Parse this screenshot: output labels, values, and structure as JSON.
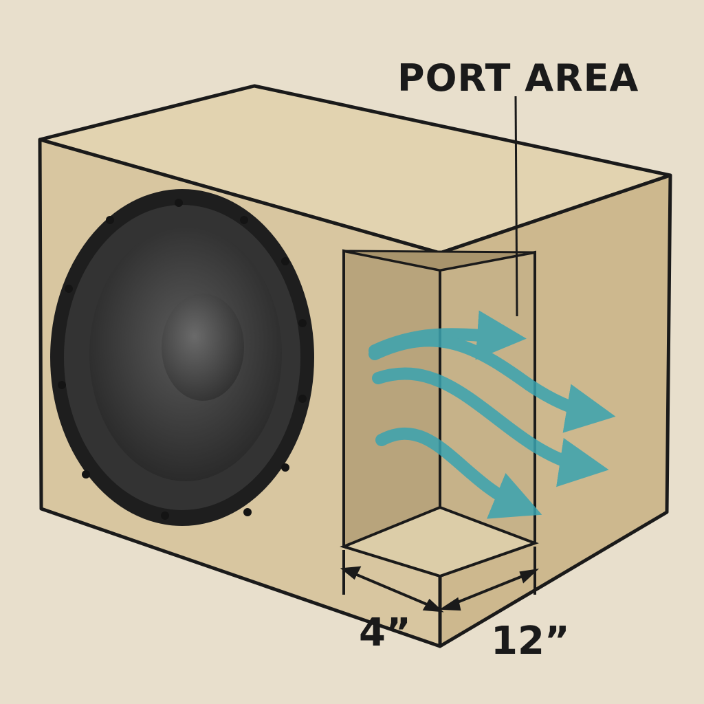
{
  "diagram": {
    "subject": "Ported subwoofer enclosure",
    "labels": {
      "port_area": "PORT AREA",
      "port_width": "4”",
      "port_depth": "12”"
    },
    "colors": {
      "background": "#e8dfcc",
      "wood_front": "#d8c6a0",
      "wood_top": "#e2d3b0",
      "wood_side": "#cdb88e",
      "speaker": "#2a2a2a",
      "airflow": "#3aa3b0",
      "outline": "#1a1a1a"
    }
  }
}
